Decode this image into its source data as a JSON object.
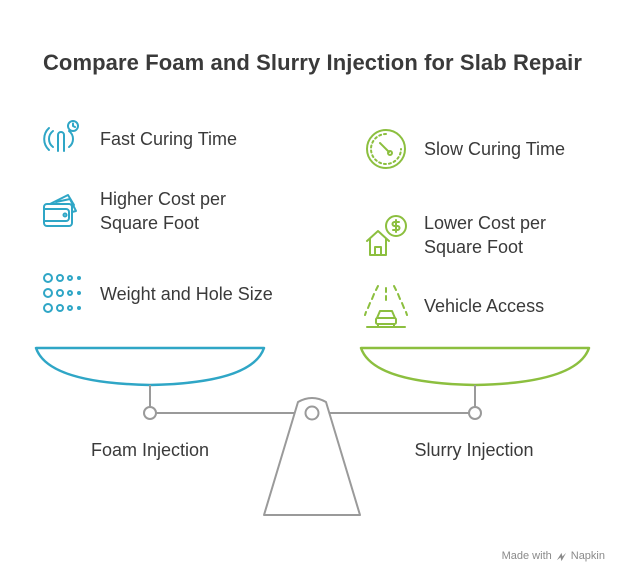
{
  "title": "Compare Foam and Slurry Injection for Slab Repair",
  "colors": {
    "foam": "#2fa6c6",
    "slurry": "#8cbf3f",
    "beam": "#9a9a9a",
    "text": "#3a3a3a"
  },
  "foam": {
    "label": "Foam Injection",
    "items": [
      {
        "icon": "touch-timer-icon",
        "text": "Fast Curing Time"
      },
      {
        "icon": "wallet-money-icon",
        "text": "Higher Cost per Square Foot"
      },
      {
        "icon": "dots-grid-icon",
        "text": "Weight and Hole Size"
      }
    ]
  },
  "slurry": {
    "label": "Slurry Injection",
    "items": [
      {
        "icon": "clock-icon",
        "text": "Slow Curing Time"
      },
      {
        "icon": "house-dollar-icon",
        "text": "Lower Cost per Square Foot"
      },
      {
        "icon": "car-road-icon",
        "text": "Vehicle Access"
      }
    ]
  },
  "footer": {
    "made_with": "Made with",
    "brand": "Napkin"
  }
}
